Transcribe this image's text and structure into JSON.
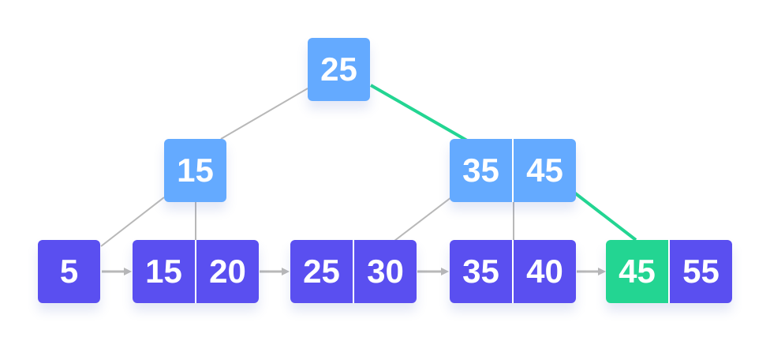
{
  "colors": {
    "internal_node": "#64aaff",
    "leaf_node": "#5a4ff0",
    "highlight": "#23d592",
    "edge": "#b8b8b8",
    "key_text": "#ffffff"
  },
  "root": {
    "keys": [
      "25"
    ]
  },
  "internal_nodes": [
    {
      "keys": [
        "15"
      ]
    },
    {
      "keys": [
        "35",
        "45"
      ]
    }
  ],
  "leaves": [
    {
      "keys": [
        "5"
      ]
    },
    {
      "keys": [
        "15",
        "20"
      ]
    },
    {
      "keys": [
        "25",
        "30"
      ]
    },
    {
      "keys": [
        "35",
        "40"
      ]
    },
    {
      "keys": [
        "45",
        "55"
      ],
      "highlighted_key": "45"
    }
  ]
}
